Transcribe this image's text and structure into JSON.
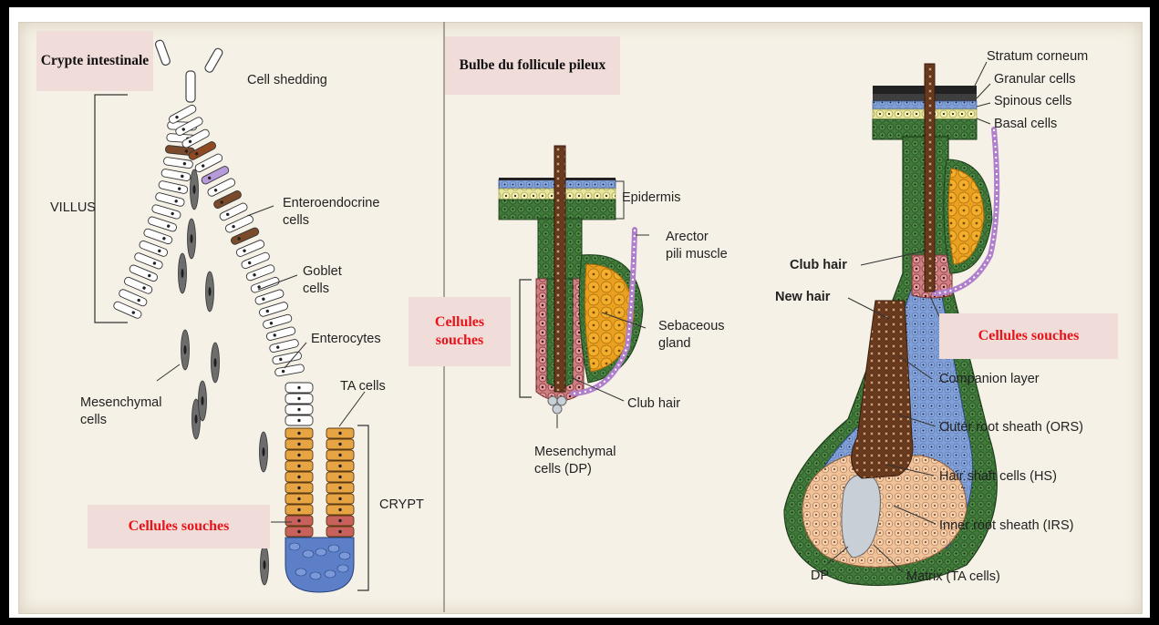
{
  "panels": {
    "left_title": "Crypte intestinale",
    "right_title": "Bulbe du follicule pileux"
  },
  "stem_cell_label": "Cellules souches",
  "stem_cell_label_split": [
    "Cellules",
    "souches"
  ],
  "intestine": {
    "cell_shedding": "Cell shedding",
    "villus": "VILLUS",
    "enteroendocrine": [
      "Enteroendocrine",
      "cells"
    ],
    "goblet": [
      "Goblet",
      "cells"
    ],
    "enterocytes": "Enterocytes",
    "mesenchymal": [
      "Mesenchymal",
      "cells"
    ],
    "ta_cells": "TA cells",
    "crypt": "CRYPT"
  },
  "follicle_small": {
    "epidermis": "Epidermis",
    "arrector": [
      "Arector",
      "pili muscle"
    ],
    "sebaceous": [
      "Sebaceous",
      "gland"
    ],
    "club_hair": "Club hair",
    "mesenchymal": [
      "Mesenchymal",
      "cells (DP)"
    ]
  },
  "follicle_large": {
    "stratum_corneum": "Stratum corneum",
    "granular": "Granular cells",
    "spinous": "Spinous cells",
    "basal": "Basal cells",
    "club_hair": "Club hair",
    "new_hair": "New hair",
    "companion": "Companion layer",
    "ors": "Outer root sheath (ORS)",
    "hs": "Hair shaft cells (HS)",
    "irs": "Inner root sheath (IRS)",
    "matrix": "Matrix (TA cells)",
    "dp": "DP"
  },
  "colors": {
    "stem_red": "#e8141a",
    "box_pink": "#f0dcd9",
    "ta_orange": "#e7a443",
    "stem_cell_red": "#c8605c",
    "crypt_blue": "#5d7fc8",
    "ors_green": "#3f7a3a",
    "hair_brown": "#6b3b1f",
    "matrix_tan": "#eebf93",
    "sebaceous_orange": "#e9a020"
  }
}
